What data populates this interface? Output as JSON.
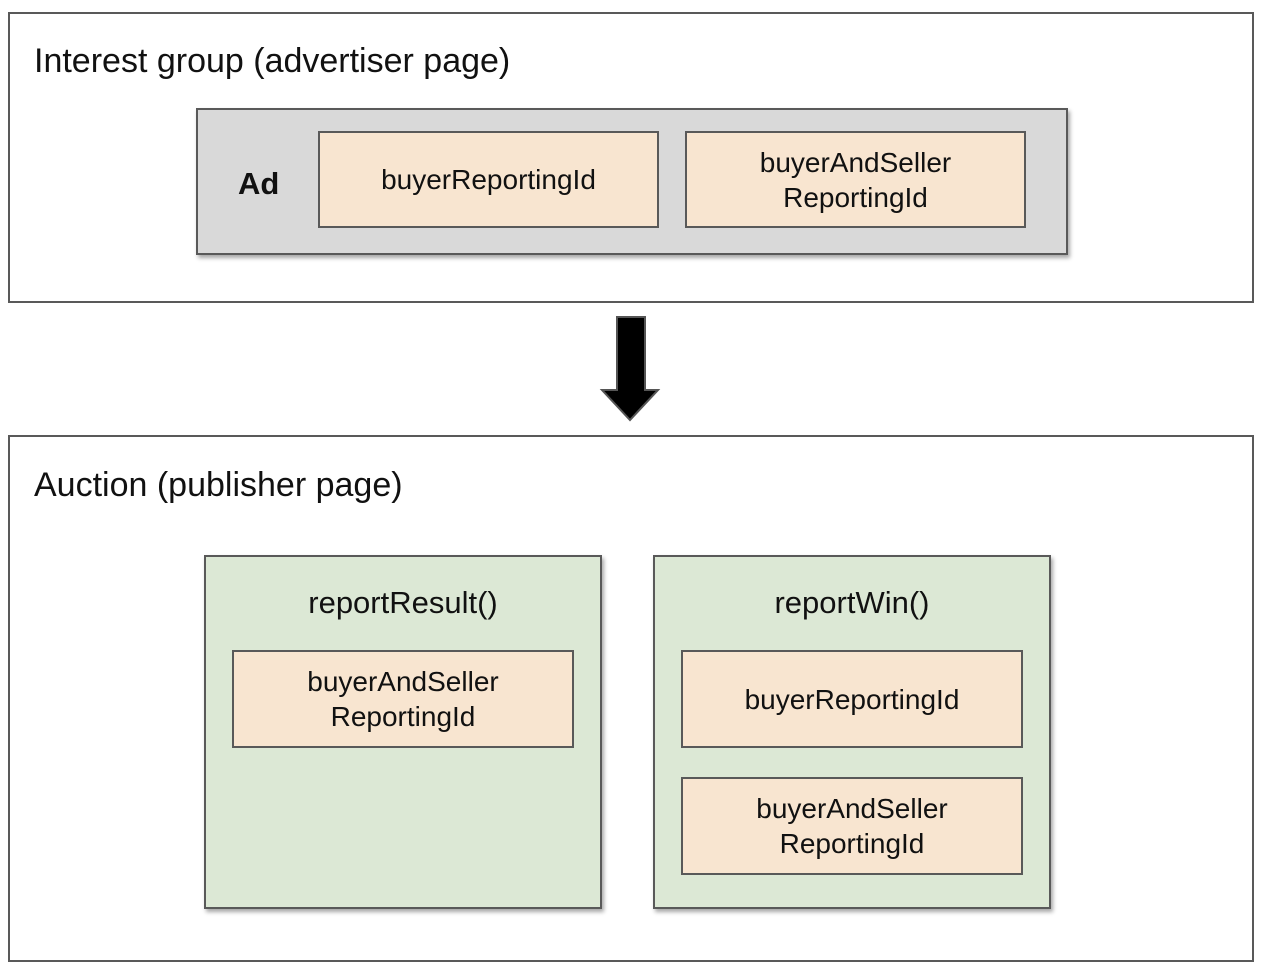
{
  "interest_group": {
    "title": "Interest group (advertiser page)",
    "ad": {
      "label": "Ad",
      "fields": [
        "buyerReportingId",
        "buyerAndSeller\nReportingId"
      ]
    }
  },
  "auction": {
    "title": "Auction (publisher page)",
    "functions": [
      {
        "name": "reportResult()",
        "fields": [
          "buyerAndSeller\nReportingId"
        ]
      },
      {
        "name": "reportWin()",
        "fields": [
          "buyerReportingId",
          "buyerAndSeller\nReportingId"
        ]
      }
    ]
  },
  "colors": {
    "ad_box": "#d9d9d9",
    "function_box": "#dce8d5",
    "id_box": "#f8e5d0",
    "border": "#595959",
    "arrow": "#000000"
  }
}
